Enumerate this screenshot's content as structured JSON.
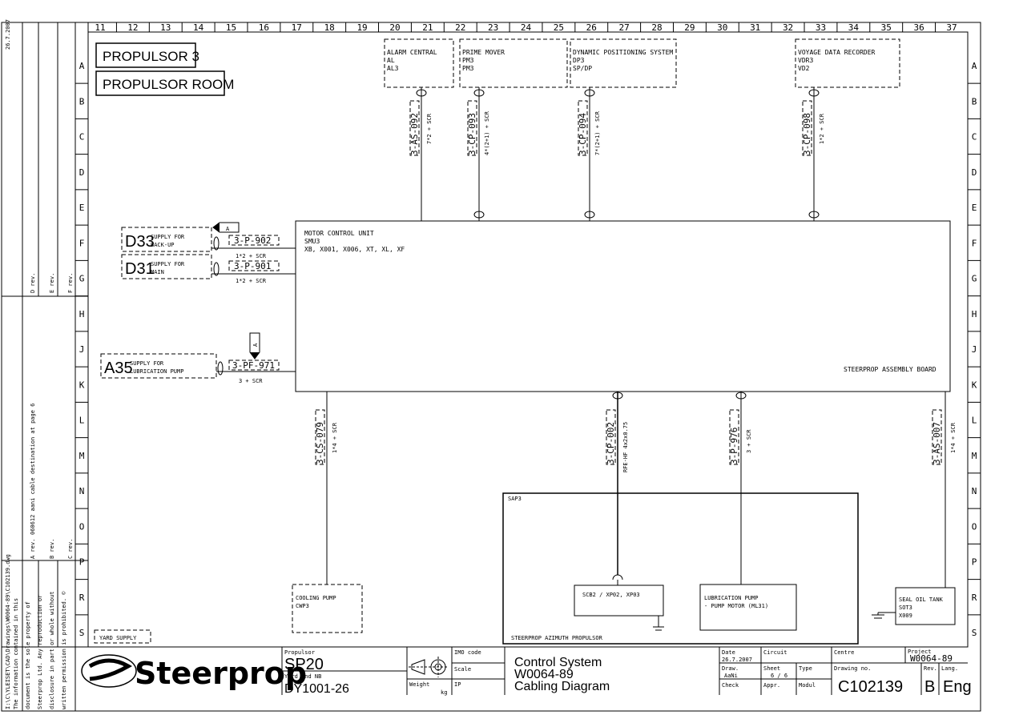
{
  "grid": {
    "columns": [
      "11",
      "12",
      "13",
      "14",
      "15",
      "16",
      "17",
      "18",
      "19",
      "20",
      "21",
      "22",
      "23",
      "24",
      "25",
      "26",
      "27",
      "28",
      "29",
      "30",
      "31",
      "32",
      "33",
      "34",
      "35",
      "36",
      "37"
    ],
    "rows": [
      "A",
      "B",
      "C",
      "D",
      "E",
      "F",
      "G",
      "H",
      "J",
      "K",
      "L",
      "M",
      "N",
      "O",
      "P",
      "R",
      "S"
    ]
  },
  "headings": {
    "propulsor": "PROPULSOR 3",
    "room": "PROPULSOR ROOM"
  },
  "units": {
    "alarm": [
      "ALARM CENTRAL",
      "AL",
      "AL3"
    ],
    "prime_mover": [
      "PRIME MOVER",
      "PM3",
      "PM3"
    ],
    "dp": [
      "DYNAMIC POSITIONING SYSTEM",
      "DP3",
      "SP/DP"
    ],
    "vdr": [
      "VOYAGE DATA RECORDER",
      "VDR3",
      "VD2"
    ],
    "mcu": [
      "MOTOR CONTROL UNIT",
      "SMU3",
      "XB, X001, X006, XT, XL, XF"
    ],
    "assembly_board": "STEERPROP ASSEMBLY BOARD",
    "cooling": [
      "COOLING PUMP",
      "CWP3"
    ],
    "sap": "SAP3",
    "sap_footer": "STEERPROP AZIMUTH PROPULSOR",
    "scb": "SCB2 / XP02, XP03",
    "lube_pump": [
      "LUBRICATION PUMP",
      "- PUMP MOTOR (ML31)"
    ],
    "seal_tank": [
      "SEAL OIL TANK",
      "SOT3",
      "X009"
    ],
    "yard_supply": "YARD SUPPLY"
  },
  "supplies": {
    "d33": {
      "code": "D33",
      "text": [
        "SUPPLY FOR",
        "BACK-UP"
      ]
    },
    "d31": {
      "code": "D31",
      "text": [
        "SUPPLY FOR",
        "MAIN"
      ]
    },
    "a35": {
      "code": "A35",
      "text": [
        "SUPPLY FOR",
        "LUBRICATION PUMP"
      ]
    }
  },
  "cables": {
    "as092": {
      "id": "3-AS-092",
      "spec": "7*2 + SCR"
    },
    "cp093": {
      "id": "3-CP-093",
      "spec": "4*(2+1) + SCR"
    },
    "cp094": {
      "id": "3-CP-094",
      "spec": "7*(2+1) + SCR"
    },
    "cp098": {
      "id": "3-CP-098",
      "spec": "1*2 + SCR"
    },
    "p902": {
      "id": "3-P-902",
      "spec": "1*2 + SCR"
    },
    "p901": {
      "id": "3-P-901",
      "spec": "1*2 + SCR"
    },
    "pf971": {
      "id": "3-PF-971",
      "spec": "3 + SCR"
    },
    "cs079": {
      "id": "3-CS-079",
      "spec": "1*4 + SCR"
    },
    "cp002": {
      "id": "3-CP-002",
      "spec": "RFE-HF 4x2x0.75"
    },
    "p976": {
      "id": "3-P-976",
      "spec": "3 + SCR"
    },
    "as007": {
      "id": "3-AS-007",
      "spec": "1*4 + SCR"
    }
  },
  "flags": {
    "a1": "A",
    "a2": "A"
  },
  "side_panel": {
    "date": "26.7.2007",
    "path": "I:\\C\\YLEISET\\CAD\\Drawings\\W0064-89\\C102139.dwg",
    "notice": [
      "The information contained in this",
      "document is the sole property of",
      "Steerprop Ltd. Any reproduction or",
      "disclosure in part or whole without",
      "written permission is prohibited. ©"
    ],
    "rev_labels": [
      "A rev.",
      "B rev.",
      "C rev.",
      "D rev.",
      "E rev.",
      "F rev."
    ],
    "rev_a_text": "060612 aani cable destination at page 6"
  },
  "title_block": {
    "logo": "Steerprop",
    "propulsor_label": "Propulsor",
    "propulsor": "SP20",
    "yard_label": "Yard and NB",
    "yard": "DY1001-26",
    "weight_label": "Weight",
    "weight_unit": "kg",
    "imo_label": "IMO code",
    "scale_label": "Scale",
    "ip_label": "IP",
    "title": [
      "Control System",
      "W0064-89",
      "Cabling Diagram"
    ],
    "date_label": "Date",
    "date": "26.7.2007",
    "draw_label": "Draw.",
    "draw": "AaNi",
    "check_label": "Check",
    "circuit_label": "Circuit",
    "sheet_label": "Sheet",
    "sheet": "6 / 6",
    "appr_label": "Appr.",
    "type_label": "Type",
    "modul_label": "Modul",
    "centre_label": "Centre",
    "drawing_label": "Drawing no.",
    "drawing": "C102139",
    "project_label": "Project",
    "project": "W0064-89",
    "rev_label": "Rev.",
    "rev": "B",
    "lang_label": "Lang.",
    "lang": "Eng"
  }
}
